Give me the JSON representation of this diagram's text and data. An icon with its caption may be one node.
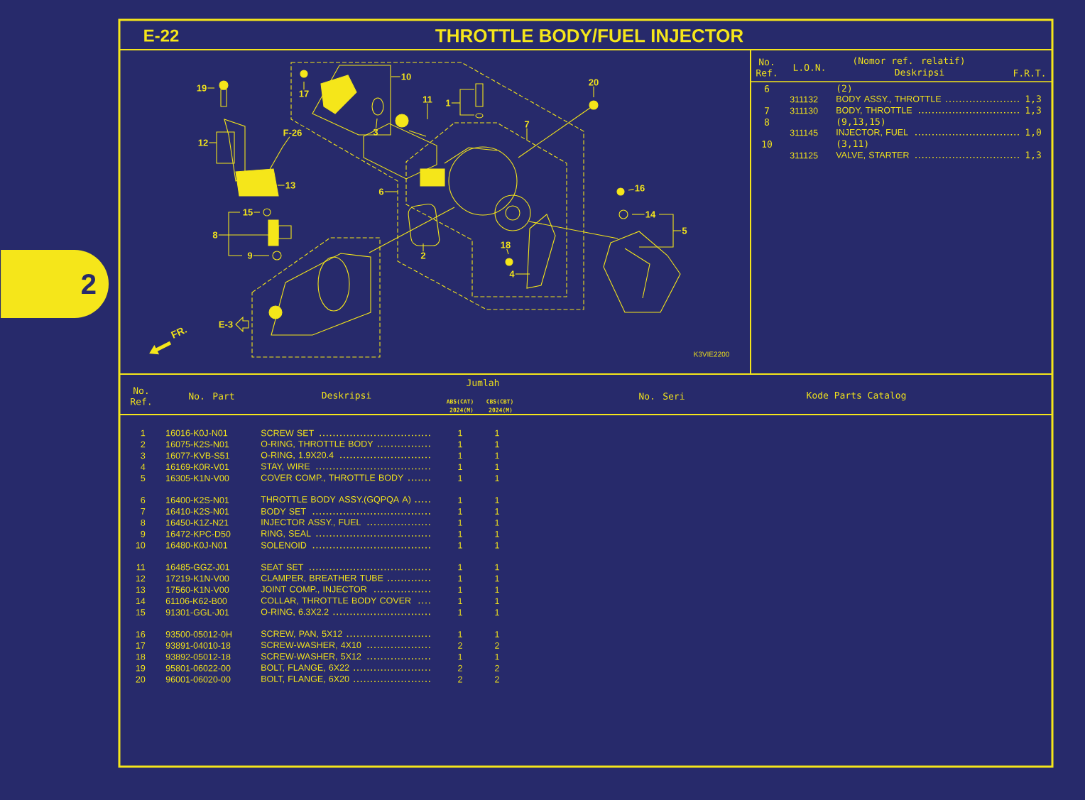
{
  "diagram": {
    "title": "THROTTLE BODY/FUEL INJECTOR",
    "nodes": [
      {
        "text": [
          "20"
        ]
      },
      {
        "text": [
          "19"
        ]
      },
      {
        "text": [
          "10"
        ]
      },
      {
        "text": [
          "17"
        ]
      },
      {
        "text": [
          "11"
        ]
      },
      {
        "text": [
          "1"
        ]
      },
      {
        "text": [
          "7"
        ]
      },
      {
        "text": [
          "3"
        ]
      },
      {
        "text": [
          "F-26"
        ]
      },
      {
        "text": [
          "12"
        ]
      },
      {
        "text": [
          "13"
        ]
      },
      {
        "text": [
          "16"
        ]
      },
      {
        "text": [
          "6"
        ]
      },
      {
        "text": [
          "15"
        ]
      },
      {
        "text": [
          "14"
        ]
      },
      {
        "text": [
          "5"
        ]
      },
      {
        "text": [
          "8"
        ]
      },
      {
        "text": [
          "18"
        ]
      },
      {
        "text": [
          "9"
        ]
      },
      {
        "text": [
          "2"
        ]
      },
      {
        "text": [
          "4"
        ]
      },
      {
        "text": [
          "2"
        ]
      }
    ],
    "edges": [
      {
        "from": 0,
        "to": null,
        "arrow": "none"
      },
      {
        "from": 1,
        "to": null,
        "arrow": "none"
      },
      {
        "from": 2,
        "to": null,
        "arrow": "none"
      },
      {
        "from": 3,
        "to": null,
        "arrow": "none"
      },
      {
        "from": 4,
        "to": null,
        "arrow": "none"
      },
      {
        "from": 5,
        "to": null,
        "arrow": "none"
      },
      {
        "from": 6,
        "to": null,
        "arrow": "none"
      },
      {
        "from": 7,
        "to": null,
        "arrow": "none"
      },
      {
        "from": 8,
        "to": null,
        "arrow": "none"
      },
      {
        "from": 9,
        "to": null,
        "arrow": "none"
      },
      {
        "from": 10,
        "to": null,
        "arrow": "none"
      },
      {
        "from": 11,
        "to": null,
        "arrow": "none"
      },
      {
        "from": 12,
        "to": null,
        "arrow": "none"
      },
      {
        "from": 13,
        "to": null,
        "arrow": "none"
      },
      {
        "from": 14,
        "to": null,
        "arrow": "none"
      },
      {
        "from": 15,
        "to": null,
        "arrow": "none"
      },
      {
        "from": 16,
        "to": null,
        "arrow": "none"
      },
      {
        "from": 17,
        "to": null,
        "arrow": "none"
      },
      {
        "from": 18,
        "to": null,
        "arrow": "none"
      },
      {
        "from": 19,
        "to": null,
        "arrow": "none"
      },
      {
        "from": 20,
        "to": null,
        "arrow": "none"
      }
    ],
    "labels": [
      "E-22",
      "FR.",
      "E-3",
      "K3VIE2200",
      "No. Ref.",
      "L.O.N.",
      "(Nomor ref. relatif)",
      "Deskripsi",
      "F.R.T.",
      "6",
      "(2)",
      "311132",
      "BODY ASSY., THROTTLE",
      "1,3",
      "7",
      "311130",
      "BODY, THROTTLE",
      "1,3",
      "8",
      "(9,13,15)",
      "311145",
      "INJECTOR, FUEL",
      "1,0",
      "10",
      "(3,11)",
      "311125",
      "VALVE, STARTER",
      "1,3",
      "No. Ref.",
      "No. Part",
      "Deskripsi",
      "Jumlah",
      "ABS(CAT)",
      "CBS(CBT)",
      "2024(M)",
      "2024(M)",
      "No. Seri",
      "Kode Parts Catalog",
      "1",
      "16016-K0J-N01",
      "SCREW SET",
      "1",
      "1",
      "2",
      "16075-K2S-N01",
      "O-RING, THROTTLE BODY",
      "1",
      "1",
      "3",
      "16077-KVB-S51",
      "O-RING, 1.9X20.4",
      "1",
      "1",
      "4",
      "16169-K0R-V01",
      "STAY, WIRE",
      "1",
      "1",
      "5",
      "16305-K1N-V00",
      "COVER COMP., THROTTLE BODY",
      "1",
      "1",
      "6",
      "16400-K2S-N01",
      "THROTTLE BODY ASSY.(GQPQA A)",
      "1",
      "1",
      "7",
      "16410-K2S-N01",
      "BODY SET",
      "1",
      "1",
      "8",
      "16450-K1Z-N21",
      "INJECTOR ASSY., FUEL",
      "1",
      "1",
      "9",
      "16472-KPC-D50",
      "RING, SEAL",
      "1",
      "1",
      "10",
      "16480-K0J-N01",
      "SOLENOID",
      "1",
      "1",
      "11",
      "16485-GGZ-J01",
      "SEAT SET",
      "1",
      "1",
      "12",
      "17219-K1N-V00",
      "CLAMPER, BREATHER TUBE",
      "1",
      "1",
      "13",
      "17560-K1N-V00",
      "JOINT COMP., INJECTOR",
      "1",
      "1",
      "14",
      "61106-K62-B00",
      "COLLAR, THROTTLE BODY COVER",
      "1",
      "1",
      "15",
      "91301-GGL-J01",
      "O-RING, 6.3X2.2",
      "1",
      "1",
      "16",
      "93500-05012-0H",
      "SCREW, PAN, 5X12",
      "1",
      "1",
      "17",
      "93891-04010-18",
      "SCREW-WASHER, 4X10",
      "2",
      "2",
      "18",
      "93892-05012-18",
      "SCREW-WASHER, 5X12",
      "1",
      "1",
      "19",
      "95801-06022-00",
      "BOLT, FLANGE, 6X22",
      "2",
      "2",
      "20",
      "96001-06020-00",
      "BOLT, FLANGE, 6X20",
      "2",
      "2"
    ]
  }
}
